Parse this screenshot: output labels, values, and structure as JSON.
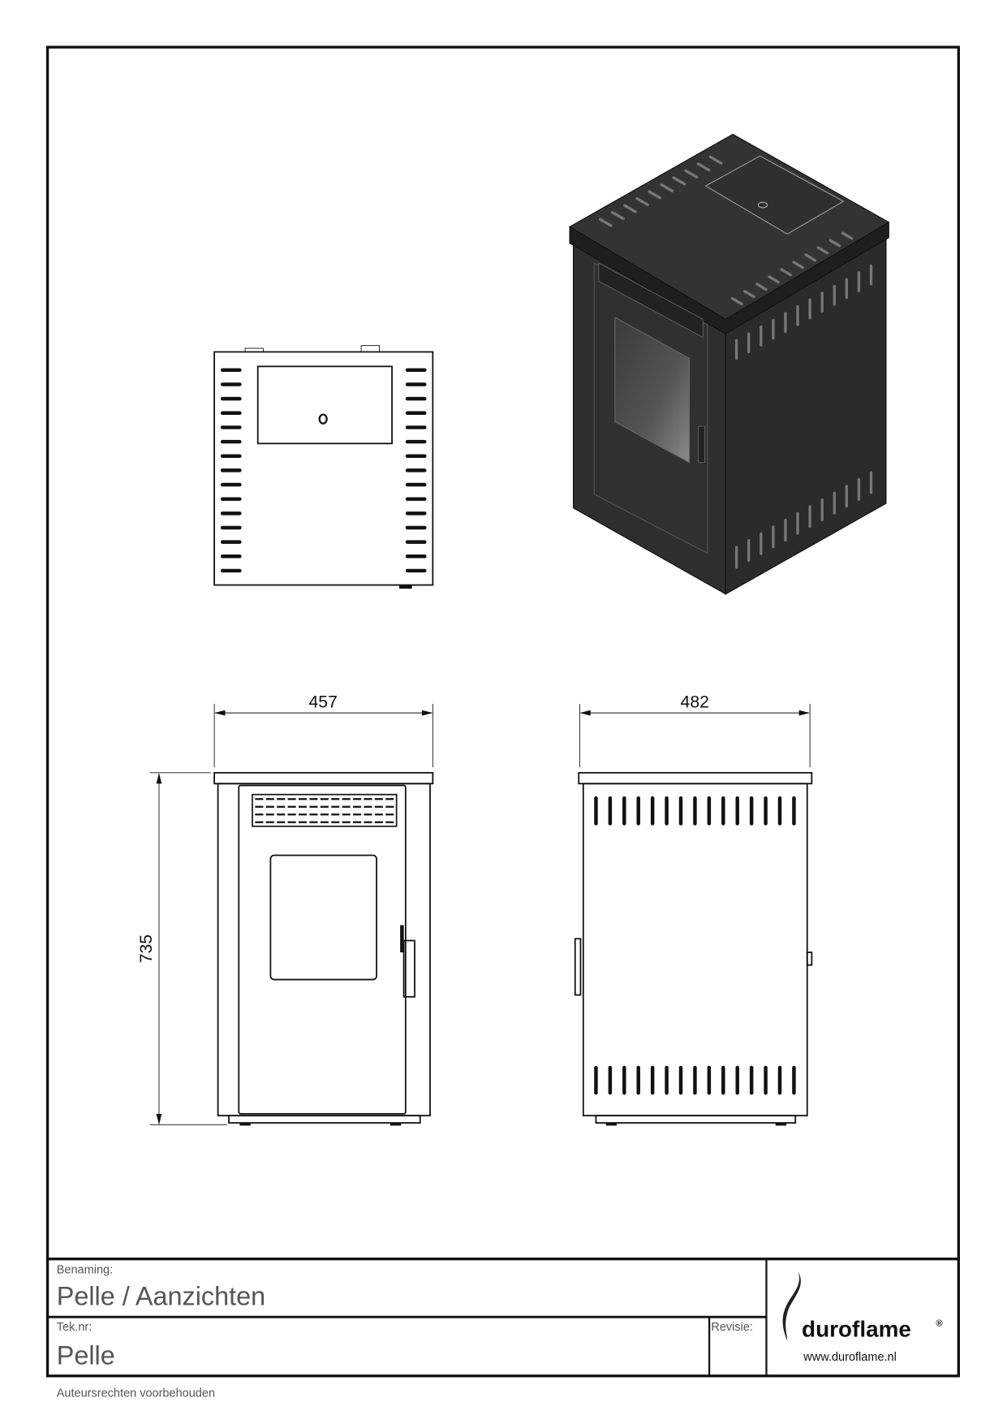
{
  "drawing": {
    "dimensions": {
      "front_width": "457",
      "side_width": "482",
      "height": "735"
    },
    "views": [
      "top",
      "isometric",
      "front",
      "side"
    ]
  },
  "title_block": {
    "benaming_label": "Benaming:",
    "benaming_value": "Pelle / Aanzichten",
    "teknr_label": "Tek.nr:",
    "teknr_value": "Pelle",
    "revisie_label": "Revisie:",
    "revisie_value": "",
    "logo_text": "duroflame",
    "logo_mark": "®",
    "website": "www.duroflame.nl"
  },
  "footer": {
    "copyright": "Auteursrechten voorbehouden"
  },
  "colors": {
    "line": "#111111",
    "stove_dark": "#2b2b2b",
    "text_gray": "#555555"
  }
}
